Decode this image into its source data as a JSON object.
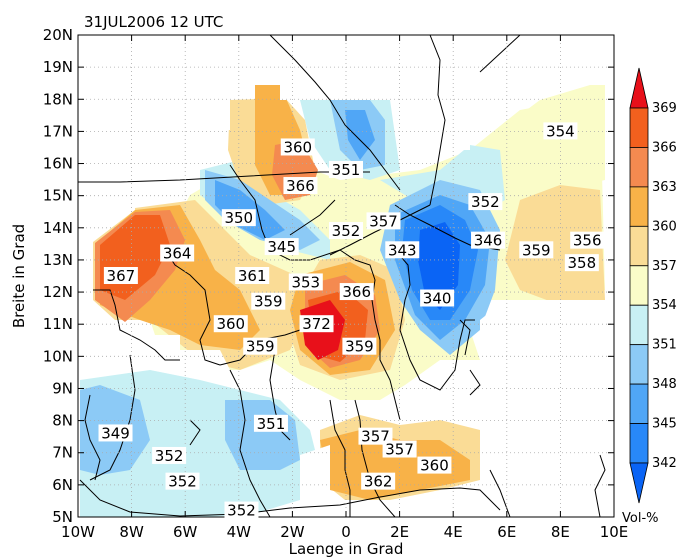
{
  "title": "31JUL2006  12  UTC",
  "xlabel": "Laenge in Grad",
  "ylabel": "Breite in Grad",
  "lon_ticks": [
    {
      "v": -10,
      "label": "10W"
    },
    {
      "v": -8,
      "label": "8W"
    },
    {
      "v": -6,
      "label": "6W"
    },
    {
      "v": -4,
      "label": "4W"
    },
    {
      "v": -2,
      "label": "2W"
    },
    {
      "v": 0,
      "label": "0"
    },
    {
      "v": 2,
      "label": "2E"
    },
    {
      "v": 4,
      "label": "4E"
    },
    {
      "v": 6,
      "label": "6E"
    },
    {
      "v": 8,
      "label": "8E"
    },
    {
      "v": 10,
      "label": "10E"
    }
  ],
  "lat_ticks": [
    {
      "v": 5,
      "label": "5N"
    },
    {
      "v": 6,
      "label": "6N"
    },
    {
      "v": 7,
      "label": "7N"
    },
    {
      "v": 8,
      "label": "8N"
    },
    {
      "v": 9,
      "label": "9N"
    },
    {
      "v": 10,
      "label": "10N"
    },
    {
      "v": 11,
      "label": "11N"
    },
    {
      "v": 12,
      "label": "12N"
    },
    {
      "v": 13,
      "label": "13N"
    },
    {
      "v": 14,
      "label": "14N"
    },
    {
      "v": 15,
      "label": "15N"
    },
    {
      "v": 16,
      "label": "16N"
    },
    {
      "v": 17,
      "label": "17N"
    },
    {
      "v": 18,
      "label": "18N"
    },
    {
      "v": 19,
      "label": "19N"
    },
    {
      "v": 20,
      "label": "20N"
    }
  ],
  "colorbar": {
    "unit": "Vol-%",
    "levels": [
      "342",
      "345",
      "348",
      "351",
      "354",
      "357",
      "360",
      "363",
      "366",
      "369"
    ],
    "colors": [
      "#0a64f5",
      "#2888f8",
      "#50a6f6",
      "#8ccaf6",
      "#c8f0f4",
      "#fafcc8",
      "#fadc96",
      "#f8b248",
      "#f48a50",
      "#f2601e",
      "#e8101a"
    ]
  },
  "chart_data": {
    "type": "heatmap",
    "title": "31JUL2006  12  UTC",
    "xlabel": "Laenge in Grad",
    "ylabel": "Breite in Grad",
    "xlim": [
      -10,
      10
    ],
    "ylim": [
      5,
      20
    ],
    "unit": "Vol-%",
    "contour_levels": [
      342,
      345,
      348,
      351,
      354,
      357,
      360,
      363,
      366,
      369
    ],
    "value_labels": [
      {
        "lon": -1.8,
        "lat": 16.5,
        "value": "360"
      },
      {
        "lon": 0.0,
        "lat": 15.8,
        "value": "351"
      },
      {
        "lon": -1.7,
        "lat": 15.3,
        "value": "366"
      },
      {
        "lon": -4.0,
        "lat": 14.3,
        "value": "350"
      },
      {
        "lon": 5.2,
        "lat": 14.8,
        "value": "352"
      },
      {
        "lon": 8.0,
        "lat": 17.0,
        "value": "354"
      },
      {
        "lon": 1.4,
        "lat": 14.2,
        "value": "357"
      },
      {
        "lon": 0.0,
        "lat": 13.9,
        "value": "352"
      },
      {
        "lon": -2.4,
        "lat": 13.4,
        "value": "345"
      },
      {
        "lon": -6.3,
        "lat": 13.2,
        "value": "364"
      },
      {
        "lon": 2.1,
        "lat": 13.3,
        "value": "343"
      },
      {
        "lon": 5.3,
        "lat": 13.6,
        "value": "346"
      },
      {
        "lon": 7.1,
        "lat": 13.3,
        "value": "359"
      },
      {
        "lon": 9.0,
        "lat": 13.6,
        "value": "356"
      },
      {
        "lon": 8.8,
        "lat": 12.9,
        "value": "358"
      },
      {
        "lon": -8.4,
        "lat": 12.5,
        "value": "367"
      },
      {
        "lon": -3.5,
        "lat": 12.5,
        "value": "361"
      },
      {
        "lon": -1.5,
        "lat": 12.3,
        "value": "353"
      },
      {
        "lon": 0.4,
        "lat": 12.0,
        "value": "366"
      },
      {
        "lon": -2.9,
        "lat": 11.7,
        "value": "359"
      },
      {
        "lon": 3.4,
        "lat": 11.8,
        "value": "340"
      },
      {
        "lon": -4.3,
        "lat": 11.0,
        "value": "360"
      },
      {
        "lon": -1.1,
        "lat": 11.0,
        "value": "372"
      },
      {
        "lon": -3.2,
        "lat": 10.3,
        "value": "359"
      },
      {
        "lon": 0.5,
        "lat": 10.3,
        "value": "359"
      },
      {
        "lon": -8.6,
        "lat": 7.6,
        "value": "349"
      },
      {
        "lon": -2.8,
        "lat": 7.9,
        "value": "351"
      },
      {
        "lon": 1.1,
        "lat": 7.5,
        "value": "357"
      },
      {
        "lon": 2.0,
        "lat": 7.1,
        "value": "357"
      },
      {
        "lon": -6.6,
        "lat": 6.9,
        "value": "352"
      },
      {
        "lon": 3.3,
        "lat": 6.6,
        "value": "360"
      },
      {
        "lon": -6.1,
        "lat": 6.1,
        "value": "352"
      },
      {
        "lon": 1.2,
        "lat": 6.1,
        "value": "362"
      },
      {
        "lon": -3.9,
        "lat": 5.2,
        "value": "352"
      }
    ],
    "grid": true
  }
}
